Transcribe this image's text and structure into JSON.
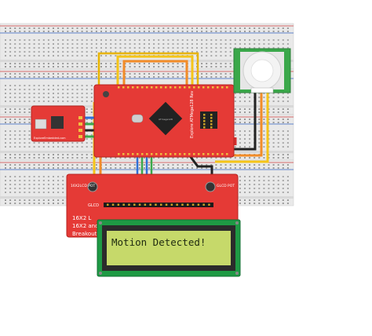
{
  "breadboard": {
    "rows": 4
  },
  "mcu_board": {
    "title": "Explore ATMega128 Rev",
    "chip_label": "ATmega128"
  },
  "sensor_board": {
    "title": "ExploreEmbedded.com"
  },
  "lcd_breakout": {
    "left_pot": "16X2LCD POT",
    "right_pot": "GLCD POT",
    "glcd_label": "GLCD",
    "caption_1": "16X2 L",
    "caption_2": "16X2 and",
    "caption_3": "Breakout E"
  },
  "lcd": {
    "text": "Motion Detected!"
  },
  "colors": {
    "board_red": "#e53a36",
    "board_dark": "#c62828",
    "lcd_green": "#c6d96a",
    "pir_dome": "#f0f0f0",
    "wire_yellow": "#f5c518",
    "wire_orange": "#f28c28",
    "wire_green": "#3aa84a",
    "wire_blue": "#2f6fd6",
    "wire_black": "#222222",
    "wire_red": "#d22d2d"
  }
}
